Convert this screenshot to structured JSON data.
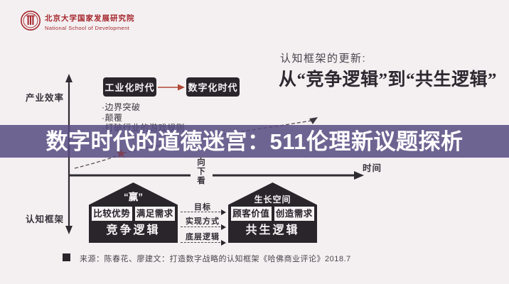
{
  "colors": {
    "background": "#f4f0f1",
    "dark": "#29252b",
    "banner_purple": "#6f6498",
    "accent_red": "#b04936",
    "star_red": "#7c4054",
    "logo_red": "#a5262c"
  },
  "logo": {
    "org_cn": "北京大学国家发展研究院",
    "org_en": "National School of Development"
  },
  "heading": {
    "kicker": "认知框架的更新:",
    "title": "从“竞争逻辑”到“共生逻辑”"
  },
  "overlay": {
    "title": "数字时代的道德迷宫：511伦理新议题探析"
  },
  "icons": {
    "star": "★"
  },
  "axes": {
    "y_top_label": "产业效率",
    "y_bottom_label": "认知框架",
    "x_label": "时间",
    "mid_note": "向下看"
  },
  "timeline": {
    "era1": "工业化时代",
    "era2": "数字化时代",
    "bullets": [
      "·边界突破",
      "·颠覆",
      "·打破行业的游戏规则"
    ]
  },
  "houses": {
    "left": {
      "roof": "“赢”",
      "cells": [
        "比较优势",
        "满足需求"
      ],
      "base": "竞争逻辑"
    },
    "right": {
      "roof": "生长空间",
      "cells": [
        "顾客价值",
        "创造需求"
      ],
      "base": "共生逻辑"
    },
    "bridge": [
      "目标",
      "实现方式",
      "底层逻辑"
    ]
  },
  "source": {
    "text": "来源：陈春花、廖建文：打造数字战略的认知框架《哈佛商业评论》2018.7"
  }
}
